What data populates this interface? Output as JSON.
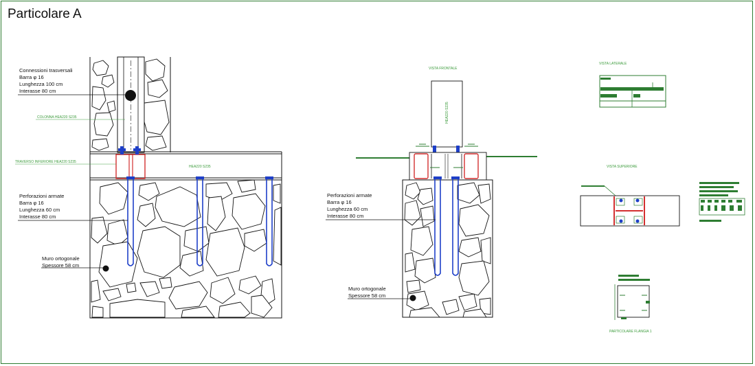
{
  "title": "Particolare A",
  "colors": {
    "green": "#2e7d32",
    "light_green": "#43a047",
    "red": "#d32f2f",
    "blue": "#1e3fc8",
    "ink": "#111111"
  },
  "left_detail": {
    "connessioni": [
      "Connessioni trasversali",
      "Barra φ 16",
      "Lunghezza 100 cm",
      "Interasse 80 cm"
    ],
    "colonna_label": "COLONNA HEA220 S235",
    "traverso_label": "TRAVERSO INFERIORE HEA220 S235",
    "beam_label": "HEA220 S235",
    "perforazioni": [
      "Perforazioni armate",
      "Barra φ 16",
      "Lunghezza 60 cm",
      "Interasse 80 cm"
    ],
    "muro": [
      "Muro ortogonale",
      "Spessore 58 cm"
    ]
  },
  "middle_detail": {
    "vista_label": "VISTA FRONTALE",
    "column_label": "HEA220 S235",
    "perforazioni": [
      "Perforazioni armate",
      "Barra φ 16",
      "Lunghezza 60 cm",
      "Interasse 80 cm"
    ],
    "muro": [
      "Muro ortogonale",
      "Spessore 58 cm"
    ]
  },
  "right_detail": {
    "vista_laterale": "VISTA LATERALE",
    "vista_superiore": "VISTA SUPERIORE",
    "particolare_flangia": "PARTICOLARE FLANGIA 1"
  }
}
